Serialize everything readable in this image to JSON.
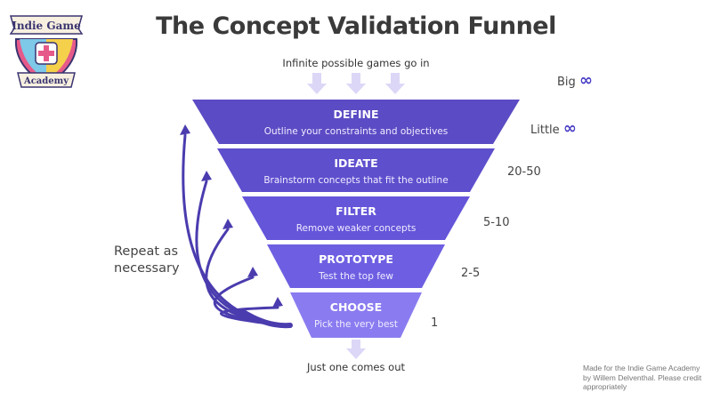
{
  "title": "The Concept Validation Funnel",
  "logo": {
    "text_top": "Indie Game",
    "text_bottom": "Academy"
  },
  "input_label": "Infinite possible games go in",
  "output_label": "Just one comes out",
  "loop_label": "Repeat as necessary",
  "credit": "Made for the Indie Game Academy by Willem Delventhal. Please credit appropriately",
  "colors": {
    "stage_1": "#5b4bc4",
    "stage_2": "#5e4fcd",
    "stage_3": "#6555d9",
    "stage_4": "#6e5fe2",
    "stage_5": "#8a7cf0",
    "arrows": "#dcd7f7",
    "loop": "#4a3cae",
    "infinity": "#4a3fc7"
  },
  "stages": [
    {
      "title": "DEFINE",
      "description": "Outline your constraints and objectives",
      "count_prefix": "Little",
      "count_symbol": "∞"
    },
    {
      "title": "IDEATE",
      "description": "Brainstorm concepts that fit the outline",
      "count_prefix": "20-50",
      "count_symbol": ""
    },
    {
      "title": "FILTER",
      "description": "Remove weaker concepts",
      "count_prefix": "5-10",
      "count_symbol": ""
    },
    {
      "title": "PROTOTYPE",
      "description": "Test the top few",
      "count_prefix": "2-5",
      "count_symbol": ""
    },
    {
      "title": "CHOOSE",
      "description": "Pick the very best",
      "count_prefix": "1",
      "count_symbol": ""
    }
  ],
  "input_count": {
    "prefix": "Big",
    "symbol": "∞"
  }
}
